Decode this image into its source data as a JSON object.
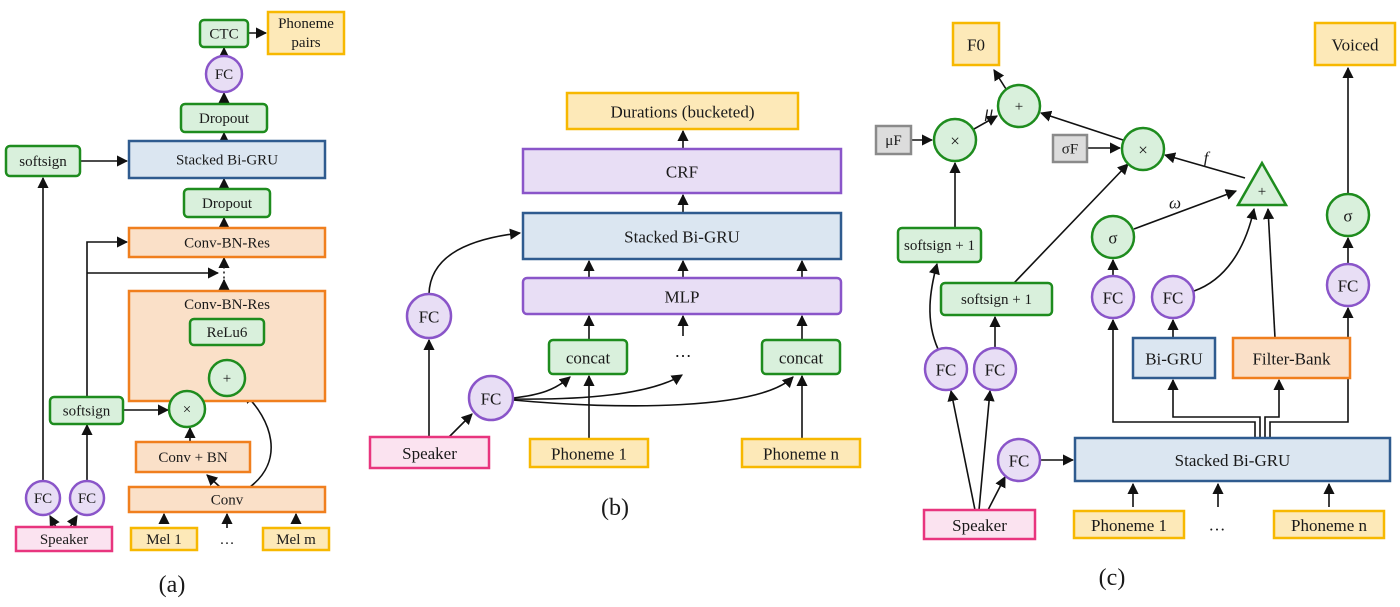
{
  "styles": {
    "green": {
      "fill": "#d9f0dc",
      "stroke": "#1e8c1e"
    },
    "purple": {
      "fill": "#e8def5",
      "stroke": "#8a55c9"
    },
    "blue": {
      "fill": "#dbe6f1",
      "stroke": "#2f5b8f"
    },
    "orange": {
      "fill": "#fae0c8",
      "stroke": "#f07f1e"
    },
    "yellow": {
      "fill": "#fde9b8",
      "stroke": "#f7b800"
    },
    "pink": {
      "fill": "#fbe3f0",
      "stroke": "#e8357e"
    },
    "gray": {
      "fill": "#dcdcdc",
      "stroke": "#8a8a8a"
    }
  },
  "captions": {
    "a": "(a)",
    "b": "(b)",
    "c": "(c)"
  },
  "panel_a": {
    "ctc": "CTC",
    "phoneme_pairs_line1": "Phoneme",
    "phoneme_pairs_line2": "pairs",
    "fc_top": "FC",
    "dropout_top": "Dropout",
    "stacked_bigru": "Stacked Bi-GRU",
    "softsign_top": "softsign",
    "dropout_bottom": "Dropout",
    "conv_bn_res_top": "Conv-BN-Res",
    "ellipsis": "⋮",
    "conv_bn_res_block_title": "Conv-BN-Res",
    "relu6": "ReLu6",
    "plus": "+",
    "times": "×",
    "softsign_bottom": "softsign",
    "conv_bn": "Conv + BN",
    "conv": "Conv",
    "fc_left": "FC",
    "fc_right": "FC",
    "speaker": "Speaker",
    "mel_1": "Mel 1",
    "mel_ellipsis": "…",
    "mel_m": "Mel m"
  },
  "panel_b": {
    "durations": "Durations (bucketed)",
    "crf": "CRF",
    "stacked_bigru": "Stacked Bi-GRU",
    "mlp": "MLP",
    "fc_upper": "FC",
    "fc_lower": "FC",
    "concat_1": "concat",
    "concat_ellipsis": "⋯",
    "concat_n": "concat",
    "speaker": "Speaker",
    "phoneme_1": "Phoneme 1",
    "phoneme_n": "Phoneme n"
  },
  "panel_c": {
    "f0": "F0",
    "voiced": "Voiced",
    "plus_top": "+",
    "mu_label": "μ",
    "mu_f": "μF",
    "times_left": "×",
    "sigma_f": "σF",
    "times_right": "×",
    "f_label": "f",
    "omega_label": "ω",
    "tri_plus": "+",
    "sigma_mid": "σ",
    "sigma_right": "σ",
    "softsign1_upper": "softsign + 1",
    "softsign1_lower": "softsign + 1",
    "fc_sigma": "FC",
    "fc_bigru": "FC",
    "fc_voiced": "FC",
    "bigru": "Bi-GRU",
    "filter_bank": "Filter-Bank",
    "fc_speaker_1": "FC",
    "fc_speaker_2": "FC",
    "fc_to_stack": "FC",
    "stacked_bigru": "Stacked Bi-GRU",
    "speaker": "Speaker",
    "phoneme_1": "Phoneme 1",
    "phoneme_ellipsis": "…",
    "phoneme_n": "Phoneme n"
  }
}
